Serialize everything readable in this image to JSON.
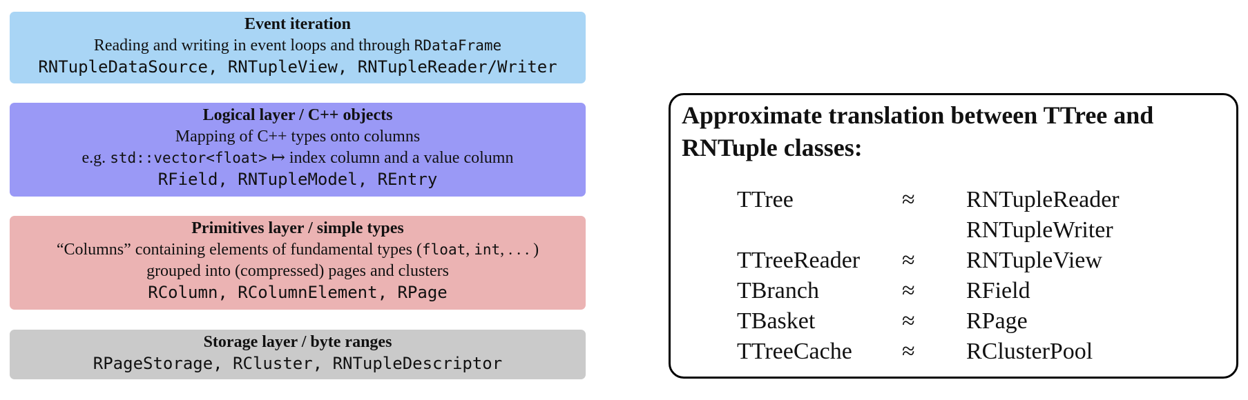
{
  "layers": {
    "event": {
      "title": "Event iteration",
      "desc_text": "Reading and writing in event loops and through ",
      "desc_code": "RDataFrame",
      "classes": "RNTupleDataSource, RNTupleView, RNTupleReader/Writer",
      "color": "#a9d5f5"
    },
    "logical": {
      "title": "Logical layer / C++ objects",
      "line1": "Mapping of C++ types onto columns",
      "line2_prefix": "e.g. ",
      "line2_code": "std::vector<float>",
      "line2_arrow": "↦",
      "line2_suffix": " index column and a value column",
      "classes": "RField, RNTupleModel, REntry",
      "color": "#9a99f6"
    },
    "primitives": {
      "title": "Primitives layer / simple types",
      "line1_prefix": "“Columns” containing elements of fundamental types (",
      "line1_code1": "float",
      "line1_sep": ", ",
      "line1_code2": "int",
      "line1_suffix": ", . . . )",
      "line2": "grouped into (compressed) pages and clusters",
      "classes": "RColumn, RColumnElement, RPage",
      "color": "#ebb3b3"
    },
    "storage": {
      "title": "Storage layer / byte ranges",
      "classes": "RPageStorage, RCluster, RNTupleDescriptor",
      "color": "#cacaca"
    }
  },
  "translation": {
    "heading": "Approximate translation between TTree and RNTuple classes:",
    "rows": [
      {
        "ttree": "TTree",
        "approx": "≈",
        "rntuple": "RNTupleReader"
      },
      {
        "ttree": "",
        "approx": "",
        "rntuple": "RNTupleWriter"
      },
      {
        "ttree": "TTreeReader",
        "approx": "≈",
        "rntuple": "RNTupleView"
      },
      {
        "ttree": "TBranch",
        "approx": "≈",
        "rntuple": "RField"
      },
      {
        "ttree": "TBasket",
        "approx": "≈",
        "rntuple": "RPage"
      },
      {
        "ttree": "TTreeCache",
        "approx": "≈",
        "rntuple": "RClusterPool"
      }
    ]
  }
}
